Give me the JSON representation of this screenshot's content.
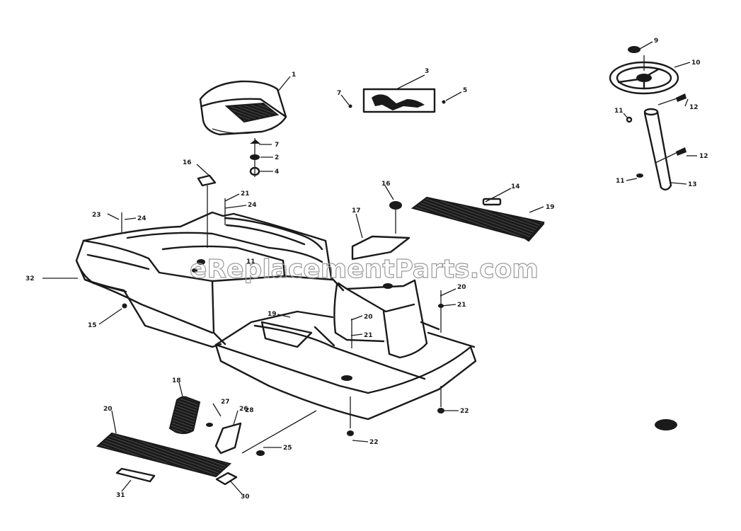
{
  "watermark": "eReplacementParts.com",
  "callouts": [
    {
      "id": "c1",
      "text": "1"
    },
    {
      "id": "c2",
      "text": "2"
    },
    {
      "id": "c3",
      "text": "3"
    },
    {
      "id": "c4",
      "text": "4"
    },
    {
      "id": "c5",
      "text": "5"
    },
    {
      "id": "c7",
      "text": "7"
    },
    {
      "id": "c7b",
      "text": "7"
    },
    {
      "id": "c9",
      "text": "9"
    },
    {
      "id": "c10",
      "text": "10"
    },
    {
      "id": "c11a",
      "text": "11"
    },
    {
      "id": "c11b",
      "text": "11"
    },
    {
      "id": "c11c",
      "text": "11"
    },
    {
      "id": "c12a",
      "text": "12"
    },
    {
      "id": "c12b",
      "text": "12"
    },
    {
      "id": "c13",
      "text": "13"
    },
    {
      "id": "c14",
      "text": "14"
    },
    {
      "id": "c15",
      "text": "15"
    },
    {
      "id": "c16a",
      "text": "16"
    },
    {
      "id": "c16b",
      "text": "16"
    },
    {
      "id": "c17",
      "text": "17"
    },
    {
      "id": "c18",
      "text": "18"
    },
    {
      "id": "c19a",
      "text": "19"
    },
    {
      "id": "c19b",
      "text": "19"
    },
    {
      "id": "c20a",
      "text": "20"
    },
    {
      "id": "c20b",
      "text": "20"
    },
    {
      "id": "c20c",
      "text": "20"
    },
    {
      "id": "c21a",
      "text": "21"
    },
    {
      "id": "c21b",
      "text": "21"
    },
    {
      "id": "c21c",
      "text": "21"
    },
    {
      "id": "c22a",
      "text": "22"
    },
    {
      "id": "c22b",
      "text": "22"
    },
    {
      "id": "c23",
      "text": "23"
    },
    {
      "id": "c24a",
      "text": "24"
    },
    {
      "id": "c24b",
      "text": "24"
    },
    {
      "id": "c25",
      "text": "25"
    },
    {
      "id": "c26",
      "text": "26"
    },
    {
      "id": "c27",
      "text": "27"
    },
    {
      "id": "c28",
      "text": "28"
    },
    {
      "id": "c30",
      "text": "30"
    },
    {
      "id": "c31",
      "text": "31"
    },
    {
      "id": "c32",
      "text": "32"
    }
  ]
}
